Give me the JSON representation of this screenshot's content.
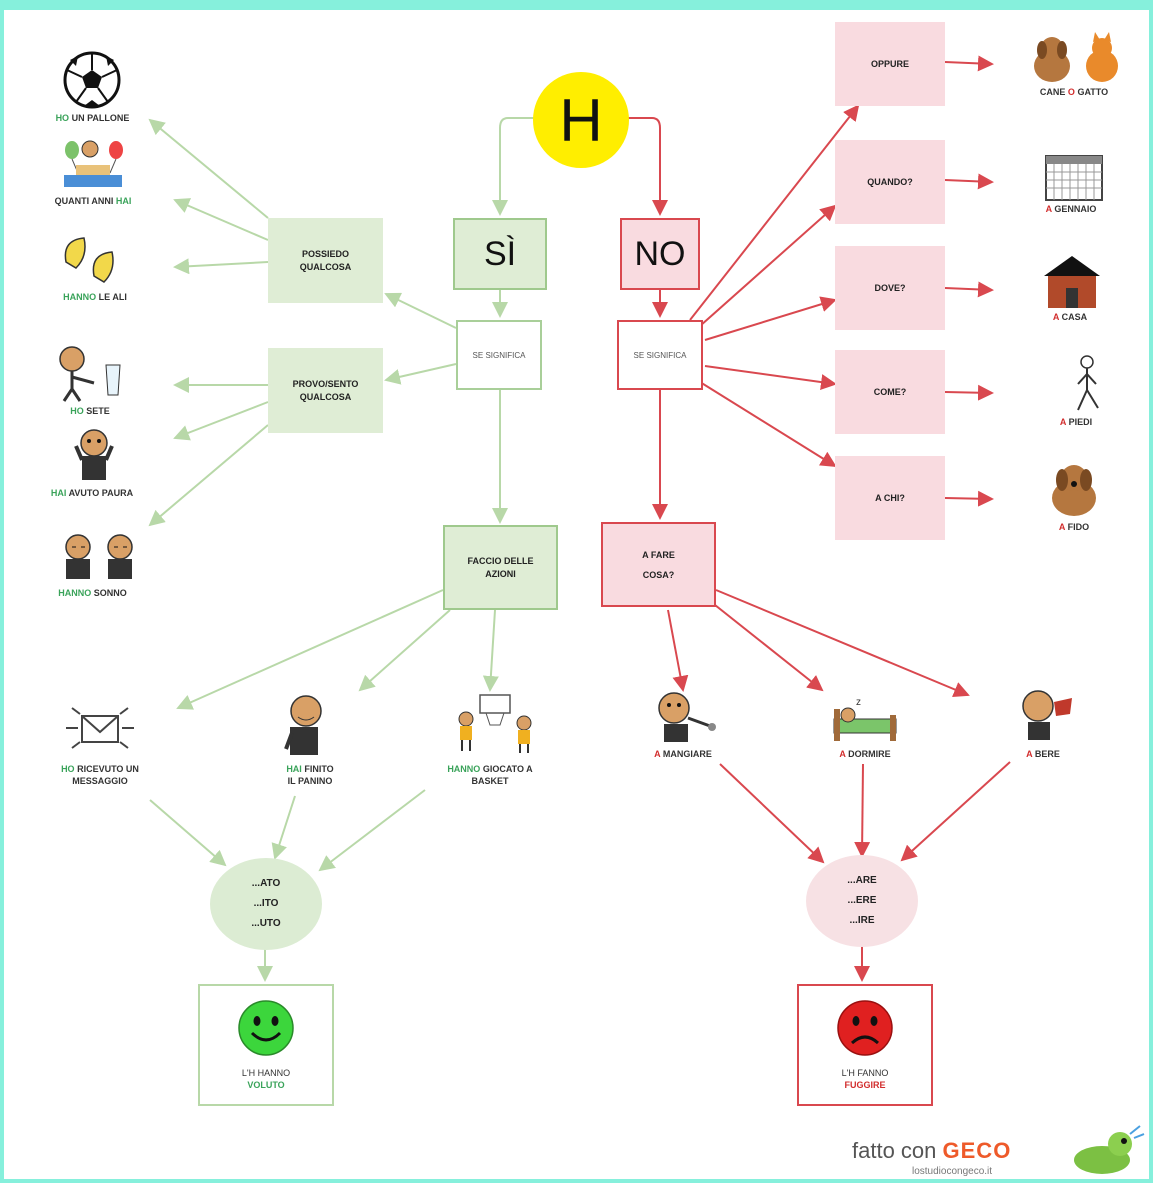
{
  "colors": {
    "border": "#86f0dc",
    "green": "#3aa35a",
    "red": "#d22d2d",
    "yellow": "#ffee00"
  },
  "center": {
    "letter": "H"
  },
  "yes_branch": {
    "label": "SÌ",
    "meaning": "SE SIGNIFICA",
    "possiedo": "POSSIEDO QUALCOSA",
    "provo": "PROVO/SENTO QUALCOSA",
    "faccio": "FACCIO DELLE AZIONI",
    "items": {
      "pallone_verb": "HO",
      "pallone_text": "UN PALLONE",
      "anni_text": "QUANTI ANNI",
      "anni_verb": "HAI",
      "ali_verb": "HANNO",
      "ali_text": "LE ALI",
      "sete_verb": "HO",
      "sete_text": "SETE",
      "paura_verb": "HAI",
      "paura_text": "AVUTO PAURA",
      "sonno_verb": "HANNO",
      "sonno_text": "SONNO",
      "msg_verb": "HO",
      "msg_text": "RICEVUTO UN",
      "msg_text2": "MESSAGGIO",
      "panino_verb": "HAI",
      "panino_text": "FINITO",
      "panino_text2": "IL PANINO",
      "basket_verb": "HANNO",
      "basket_text": "GIOCATO A",
      "basket_text2": "BASKET"
    },
    "endings": [
      "...ATO",
      "...ITO",
      "...UTO"
    ],
    "result_text": "L'H HANNO",
    "result_word": "VOLUTO"
  },
  "no_branch": {
    "label": "NO",
    "meaning": "SE SIGNIFICA",
    "questions": [
      "OPPURE",
      "QUANDO?",
      "DOVE?",
      "COME?",
      "A CHI?"
    ],
    "answers": {
      "cane": "CANE",
      "o": "O",
      "gatto": "GATTO",
      "gennaio_a": "A",
      "gennaio": "GENNAIO",
      "casa_a": "A",
      "casa": "CASA",
      "piedi_a": "A",
      "piedi": "PIEDI",
      "fido_a": "A",
      "fido": "FIDO"
    },
    "fare": "A FARE COSA?",
    "actions": {
      "mangiare_a": "A",
      "mangiare": "MANGIARE",
      "dormire_a": "A",
      "dormire": "DORMIRE",
      "bere_a": "A",
      "bere": "BERE"
    },
    "endings": [
      "...ARE",
      "...ERE",
      "...IRE"
    ],
    "result_text": "L'H FANNO",
    "result_word": "FUGGIRE"
  },
  "footer": {
    "made": "fatto con",
    "brand": "GECO",
    "site": "lostudiocongeco.it"
  }
}
